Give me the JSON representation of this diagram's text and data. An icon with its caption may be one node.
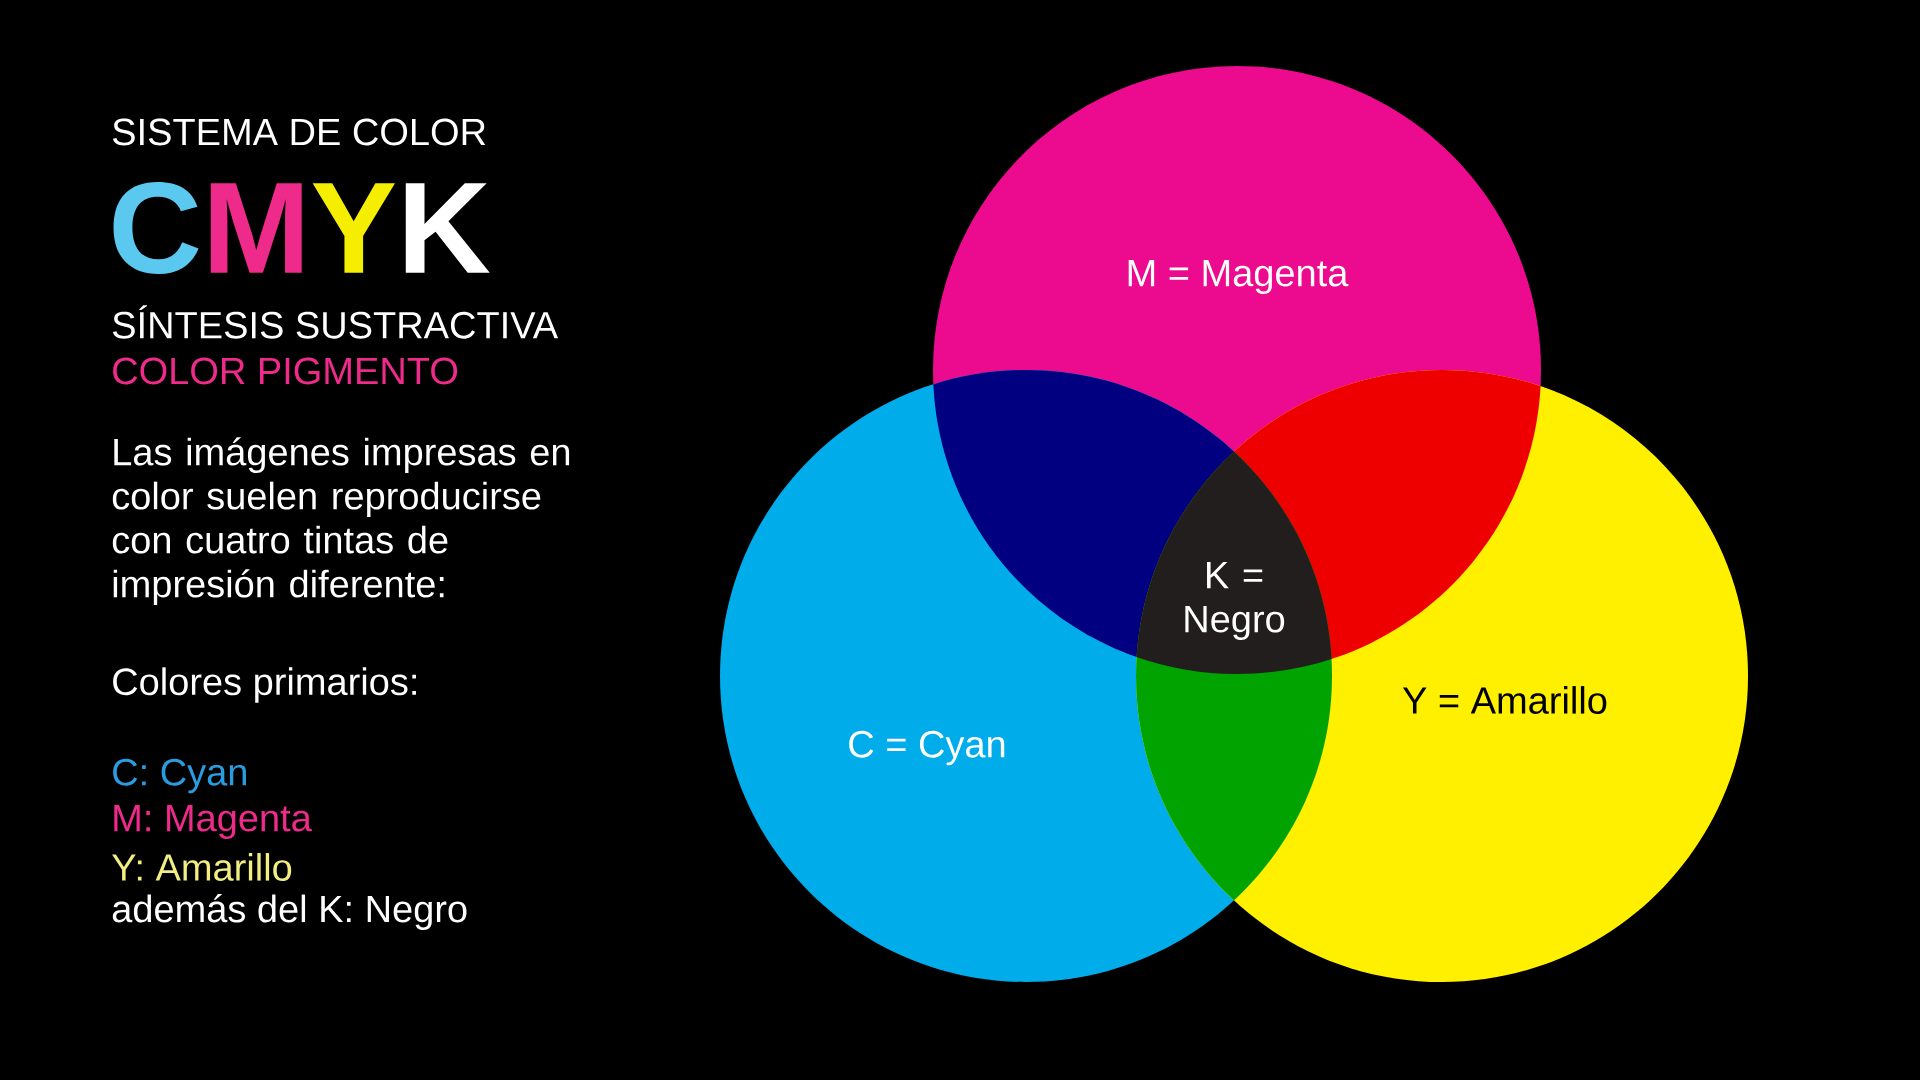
{
  "diagram": {
    "nodes": [
      {
        "text": [
          "M = Magenta"
        ]
      },
      {
        "text": [
          "C = Cyan"
        ]
      },
      {
        "text": [
          "Y = Amarillo"
        ]
      },
      {
        "text": [
          "K = Negro"
        ]
      }
    ],
    "labels": [
      "SISTEMA DE COLOR",
      "C",
      "M",
      "Y",
      "K",
      "SÍNTESIS SUSTRACTIVA",
      "COLOR PIGMENTO",
      "Las imágenes impresas en color suelen reproducirse con cuatro tintas de impresión diferente:",
      "Colores primarios:",
      "C: Cyan",
      "M: Magenta",
      "Y: Amarillo",
      "además del K: Negro"
    ]
  }
}
